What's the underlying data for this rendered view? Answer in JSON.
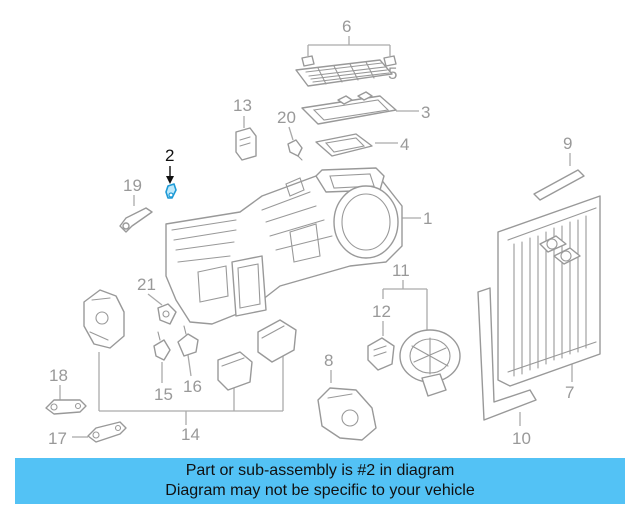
{
  "callouts": [
    "1",
    "2",
    "3",
    "4",
    "5",
    "6",
    "7",
    "8",
    "9",
    "10",
    "11",
    "12",
    "13",
    "14",
    "15",
    "16",
    "17",
    "18",
    "19",
    "20",
    "21"
  ],
  "highlight_color": "#1e9ad6",
  "banner": {
    "line1": "Part or sub-assembly is #2 in diagram",
    "line2": "Diagram may not be specific to your vehicle",
    "background": "#53c2f5"
  }
}
